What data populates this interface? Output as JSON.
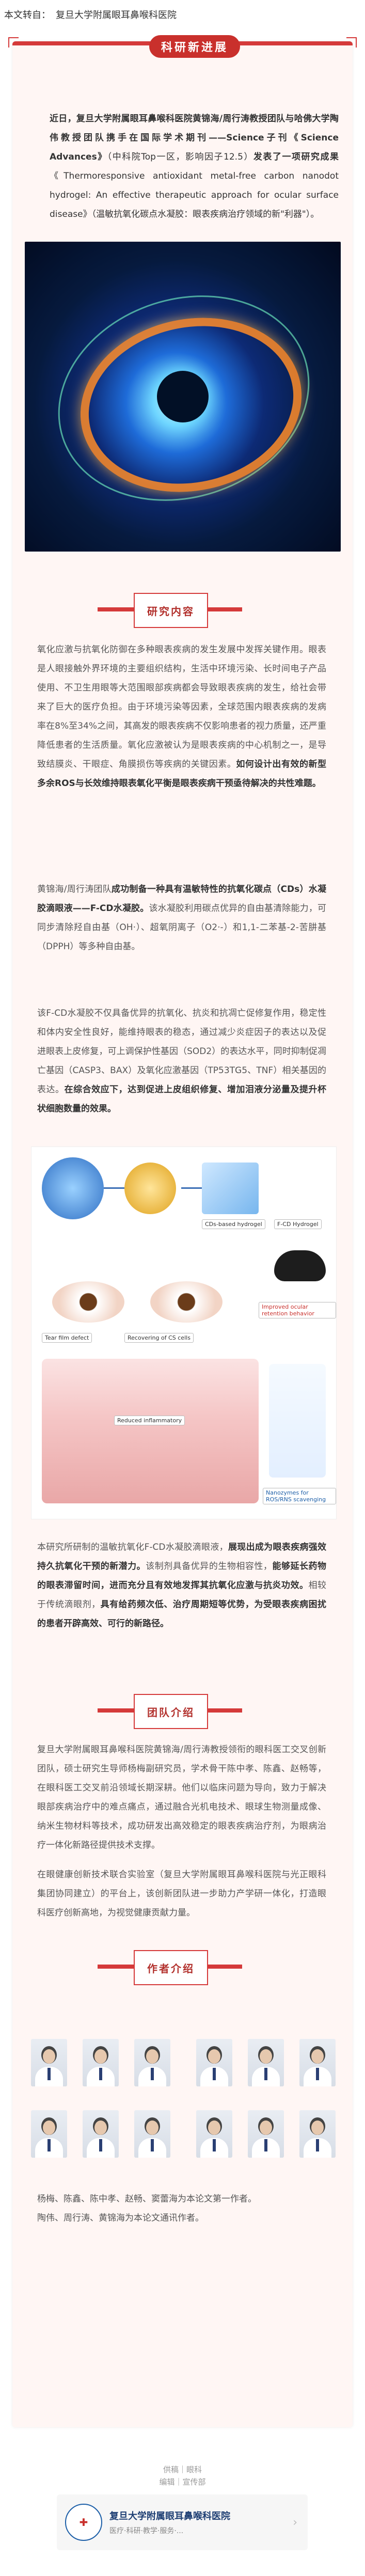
{
  "source_bar": {
    "label": "本文转自：",
    "value": "复旦大学附属眼耳鼻喉科医院"
  },
  "badge": "科研新进展",
  "intro": {
    "p1_bold1": "近日，复旦大学附属眼耳鼻喉科医院黄锦海/周行涛教授团队与哈佛大学陶伟教授团队携手在国际学术期刊——Science子刊《Science Advances》",
    "p1_mid": "（中科院Top一区，影响因子12.5）",
    "p1_bold2": "发表了一项研究成果",
    "p1_title": "《Thermoresponsive antioxidant metal-free carbon nanodot hydrogel: An effective therapeutic approach for ocular surface disease》",
    "p1_tail": "（温敏抗氧化碳点水凝胶：眼表疾病治疗领域的新\"利器\"）。"
  },
  "sections": {
    "research": "研究内容",
    "team": "团队介绍",
    "authors": "作者介绍"
  },
  "research": {
    "p1": "氧化应激与抗氧化防御在多种眼表疾病的发生发展中发挥关键作用。眼表是人眼接触外界环境的主要组织结构，生活中环境污染、长时间电子产品使用、不卫生用眼等大范围眼部疾病都会导致眼表疾病的发生，给社会带来了巨大的医疗负担。由于环境污染等因素，全球范围内眼表疾病的发病率在8%至34%之间，其高发的眼表疾病不仅影响患者的视力质量，还严重降低患者的生活质量。氧化应激被认为是眼表疾病的中心机制之一，是导致结膜炎、干眼症、角膜损伤等疾病的关键因素。",
    "p1_bold": "如何设计出有效的新型多余ROS与长效维持眼表氧化平衡是眼表疾病干预亟待解决的共性难题。",
    "p2_pre": "黄锦海/周行涛团队",
    "p2_bold": "成功制备一种具有温敏特性的抗氧化碳点（CDs）水凝胶滴眼液——F-CD水凝胶。",
    "p2_tail": "该水凝胶利用碳点优异的自由基清除能力，可同步清除羟自由基（OH·）、超氧阴离子（O2·-）和1,1-二苯基-2-苦肼基（DPPH）等多种自由基。",
    "p3": "该F-CD水凝胶不仅具备优异的抗氧化、抗炎和抗凋亡促修复作用，稳定性和体内安全性良好，能维持眼表的稳态，通过减少炎症因子的表达以及促进眼表上皮修复，可上调保护性基因（SOD2）的表达水平，同时抑制促凋亡基因（CASP3、BAX）及氧化应激基因（TP53TG5、TNF）相关基因的表达。",
    "p3_bold": "在综合效应下，达到促进上皮组织修复、增加泪液分泌量及提升杯状细胞数量的效果。",
    "p4_pre": "本研究所研制的温敏抗氧化F-CD水凝胶滴眼液，",
    "p4_bold": "展现出成为眼表疾病强效持久抗氧化干预的新潜力。",
    "p4_mid": "该制剂具备优异的生物相容性，",
    "p4_bold2": "能够延长药物的眼表滞留时间，进而充分且有效地发挥其抗氧化应激与抗炎功效。",
    "p4_tail": "相较于传统滴眼剂，",
    "p4_bold3": "具有给药频次低、治疗周期短等优势，为受眼表疾病困扰的患者开辟高效、可行的新路径。"
  },
  "figure_labels": {
    "a": "CDs-based hydrogel",
    "b": "F-CD Hydrogel",
    "c": "Improved ocular retention behavior",
    "d": "Nanozymes for ROS/RNS scavenging",
    "e": "Recovering of CS cells",
    "f": "Tear film defect",
    "g": "Reduced inflammatory"
  },
  "team": {
    "p1": "复旦大学附属眼耳鼻喉科医院黄锦海/周行涛教授领衔的眼科医工交叉创新团队，硕士研究生导师杨梅副研究员，学术骨干陈中孝、陈鑫、赵畅等，在眼科医工交叉前沿领域长期深耕。他们以临床问题为导向，致力于解决眼部疾病治疗中的难点痛点，通过融合光机电技术、眼球生物测量成像、纳米生物材料等技术，成功研发出高效稳定的眼表疾病治疗剂，为眼病治疗一体化新路径提供技术支撑。",
    "p2": "在眼健康创新技术联合实验室（复旦大学附属眼耳鼻喉科医院与光正眼科集团协同建立）的平台上，该创新团队进一步助力产学研一体化，打造眼科医疗创新高地，为视觉健康贡献力量。"
  },
  "authors_caption": {
    "line1": "杨梅、陈鑫、陈中孝、赵畅、窦蕾海为本论文第一作者。",
    "line2": "陶伟、周行涛、黄锦海为本论文通讯作者。"
  },
  "footer": {
    "slogan1": "供稿｜眼科",
    "slogan2": "编辑｜宣传部",
    "card_name": "复旦大学附属眼耳鼻喉科医院",
    "card_desc": "医疗·科研·教学·服务·..."
  },
  "colors": {
    "accent": "#c9302c",
    "light_bg": "#fff6f4",
    "body_text": "#555555"
  }
}
